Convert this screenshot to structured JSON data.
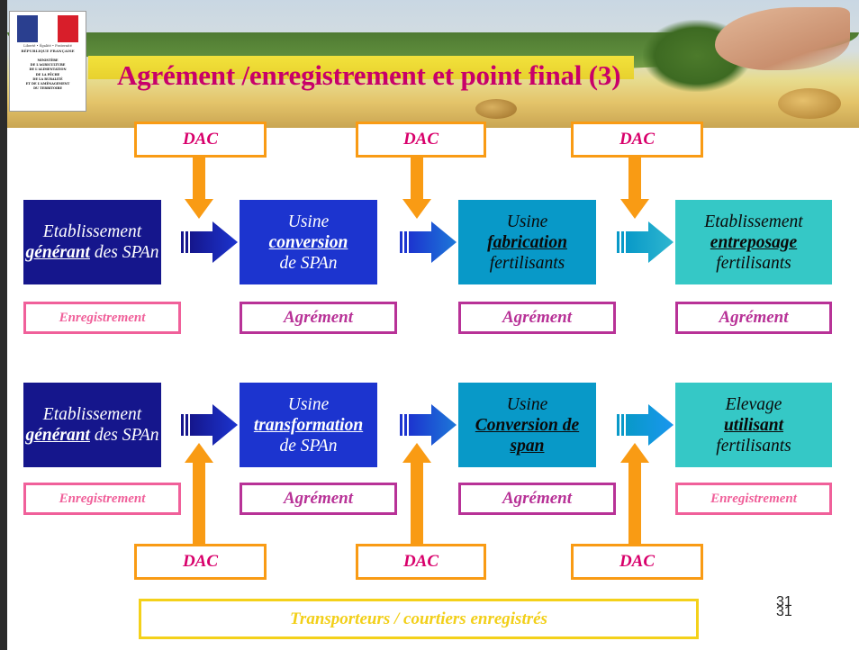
{
  "title": "Agrément /enregistrement et point final (3)",
  "logo": {
    "motto": "Liberté • Égalité • Fraternité",
    "republic": "RÉPUBLIQUE FRANÇAISE",
    "ministry": "MINISTÈRE\nDE L'AGRICULTURE\nDE L'ALIMENTATION\nDE LA PÊCHE\nDE LA RURALITÉ\nET DE L'AMÉNAGEMENT\nDU TERRITOIRE"
  },
  "dac_label": "DAC",
  "row1": {
    "nodes": [
      {
        "pre": "Etablissement ",
        "em": "générant",
        "post": " des SPAn"
      },
      {
        "pre": "Usine ",
        "em": "conversion",
        "post": " de SPAn"
      },
      {
        "pre": "Usine ",
        "em": "fabrication",
        "post": " fertilisants"
      },
      {
        "pre": "Etablissement ",
        "em": "entreposage",
        "post": " fertilisants"
      }
    ],
    "labels": [
      "Enregistrement",
      "Agrément",
      "Agrément",
      "Agrément"
    ]
  },
  "row2": {
    "nodes": [
      {
        "pre": "Etablissement ",
        "em": "générant",
        "post": " des SPAn"
      },
      {
        "pre": "Usine ",
        "em": "transformation",
        "post": " de SPAn"
      },
      {
        "pre": "Usine ",
        "em": "Conversion de span",
        "post": ""
      },
      {
        "pre": "Elevage ",
        "em": "utilisant",
        "post": " fertilisants"
      }
    ],
    "labels": [
      "Enregistrement",
      "Agrément",
      "Agrément",
      "Enregistrement"
    ]
  },
  "transport": "Transporteurs / courtiers enregistrés",
  "page_number": "31",
  "colors": {
    "title": "#c8006a",
    "dac_border": "#f99b14",
    "dac_text": "#d8006b",
    "enregistrement": "#f0609a",
    "agrement": "#b83297",
    "transport": "#f4d11a",
    "node_dark": "#15168c",
    "node_medium": "#1c34cf",
    "node_teal": "#0899c8",
    "node_aqua": "#35c8c6"
  }
}
